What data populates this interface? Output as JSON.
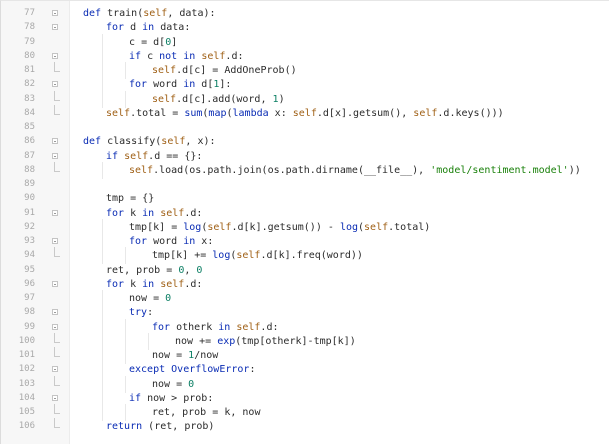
{
  "editor": {
    "lines": [
      {
        "number": "77",
        "text": "def train(self, data):",
        "fold": "open",
        "indent": 0
      },
      {
        "number": "78",
        "text": "for d in data:",
        "fold": "open",
        "indent": 1
      },
      {
        "number": "79",
        "text": "c = d[0]",
        "fold": "",
        "indent": 2
      },
      {
        "number": "80",
        "text": "if c not in self.d:",
        "fold": "open",
        "indent": 2
      },
      {
        "number": "81",
        "text": "self.d[c] = AddOneProb()",
        "fold": "end",
        "indent": 3
      },
      {
        "number": "82",
        "text": "for word in d[1]:",
        "fold": "open",
        "indent": 2
      },
      {
        "number": "83",
        "text": "self.d[c].add(word, 1)",
        "fold": "end",
        "indent": 3
      },
      {
        "number": "84",
        "text": "self.total = sum(map(lambda x: self.d[x].getsum(), self.d.keys()))",
        "fold": "end",
        "indent": 1
      },
      {
        "number": "85",
        "text": "",
        "fold": "",
        "indent": 0
      },
      {
        "number": "86",
        "text": "def classify(self, x):",
        "fold": "open",
        "indent": 0
      },
      {
        "number": "87",
        "text": "if self.d == {}:",
        "fold": "open",
        "indent": 1
      },
      {
        "number": "88",
        "text": "self.load(os.path.join(os.path.dirname(__file__), 'model/sentiment.model'))",
        "fold": "end",
        "indent": 2
      },
      {
        "number": "89",
        "text": "",
        "fold": "",
        "indent": 0
      },
      {
        "number": "90",
        "text": "tmp = {}",
        "fold": "",
        "indent": 1
      },
      {
        "number": "91",
        "text": "for k in self.d:",
        "fold": "open",
        "indent": 1
      },
      {
        "number": "92",
        "text": "tmp[k] = log(self.d[k].getsum()) - log(self.total)",
        "fold": "",
        "indent": 2
      },
      {
        "number": "93",
        "text": "for word in x:",
        "fold": "open",
        "indent": 2
      },
      {
        "number": "94",
        "text": "tmp[k] += log(self.d[k].freq(word))",
        "fold": "end",
        "indent": 3
      },
      {
        "number": "95",
        "text": "ret, prob = 0, 0",
        "fold": "",
        "indent": 1
      },
      {
        "number": "96",
        "text": "for k in self.d:",
        "fold": "open",
        "indent": 1
      },
      {
        "number": "97",
        "text": "now = 0",
        "fold": "",
        "indent": 2
      },
      {
        "number": "98",
        "text": "try:",
        "fold": "open",
        "indent": 2
      },
      {
        "number": "99",
        "text": "for otherk in self.d:",
        "fold": "open",
        "indent": 3
      },
      {
        "number": "100",
        "text": "now += exp(tmp[otherk]-tmp[k])",
        "fold": "end",
        "indent": 4
      },
      {
        "number": "101",
        "text": "now = 1/now",
        "fold": "end",
        "indent": 3
      },
      {
        "number": "102",
        "text": "except OverflowError:",
        "fold": "open",
        "indent": 2
      },
      {
        "number": "103",
        "text": "now = 0",
        "fold": "end",
        "indent": 3
      },
      {
        "number": "104",
        "text": "if now > prob:",
        "fold": "open",
        "indent": 2
      },
      {
        "number": "105",
        "text": "ret, prob = k, now",
        "fold": "end",
        "indent": 3
      },
      {
        "number": "106",
        "text": "return (ret, prob)",
        "fold": "end",
        "indent": 1
      }
    ]
  },
  "colors": {
    "keyword": "#0a2cb4",
    "self": "#9f5f14",
    "number": "#0a7e63",
    "string": "#19800a",
    "line_number": "#a9a9a9",
    "gutter_bg": "#f7f7f7"
  }
}
